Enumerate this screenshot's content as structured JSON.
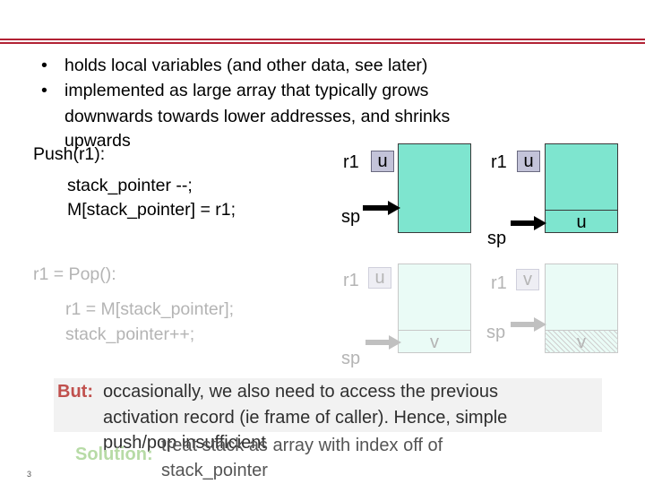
{
  "bullets": [
    "holds local variables (and other data, see later)",
    "implemented as large array that typically grows",
    "downwards towards lower addresses, and shrinks",
    "upwards"
  ],
  "push": {
    "title": "Push(r1):",
    "line1": "stack_pointer --;",
    "line2": "M[stack_pointer] = r1;"
  },
  "pop": {
    "title": "r1 = Pop():",
    "line1": "r1 = M[stack_pointer];",
    "line2": "stack_pointer++;"
  },
  "diagram": {
    "r1_label": "r1",
    "sp_label": "sp",
    "push_before_value": "u",
    "push_after_value": "u",
    "push_after_slot": "u",
    "pop_before_value": "u",
    "pop_before_slot": "v",
    "pop_after_value": "v",
    "pop_after_slot": "v"
  },
  "note": {
    "but_label": "But:",
    "but_line1": "occasionally, we also need to access the previous",
    "but_line2": "activation record (ie frame of caller). Hence, simple",
    "but_line3": "push/pop insufficient",
    "solution_label": "Solution:",
    "solution_line1": "treat stack as array with index off of",
    "solution_line2": "stack_pointer"
  },
  "slide_number": "3",
  "colors": {
    "accent_line": "#b22234",
    "stack_fill": "#7ee5cf",
    "register_fill": "#c3c3d9",
    "arrow": "#000000"
  }
}
